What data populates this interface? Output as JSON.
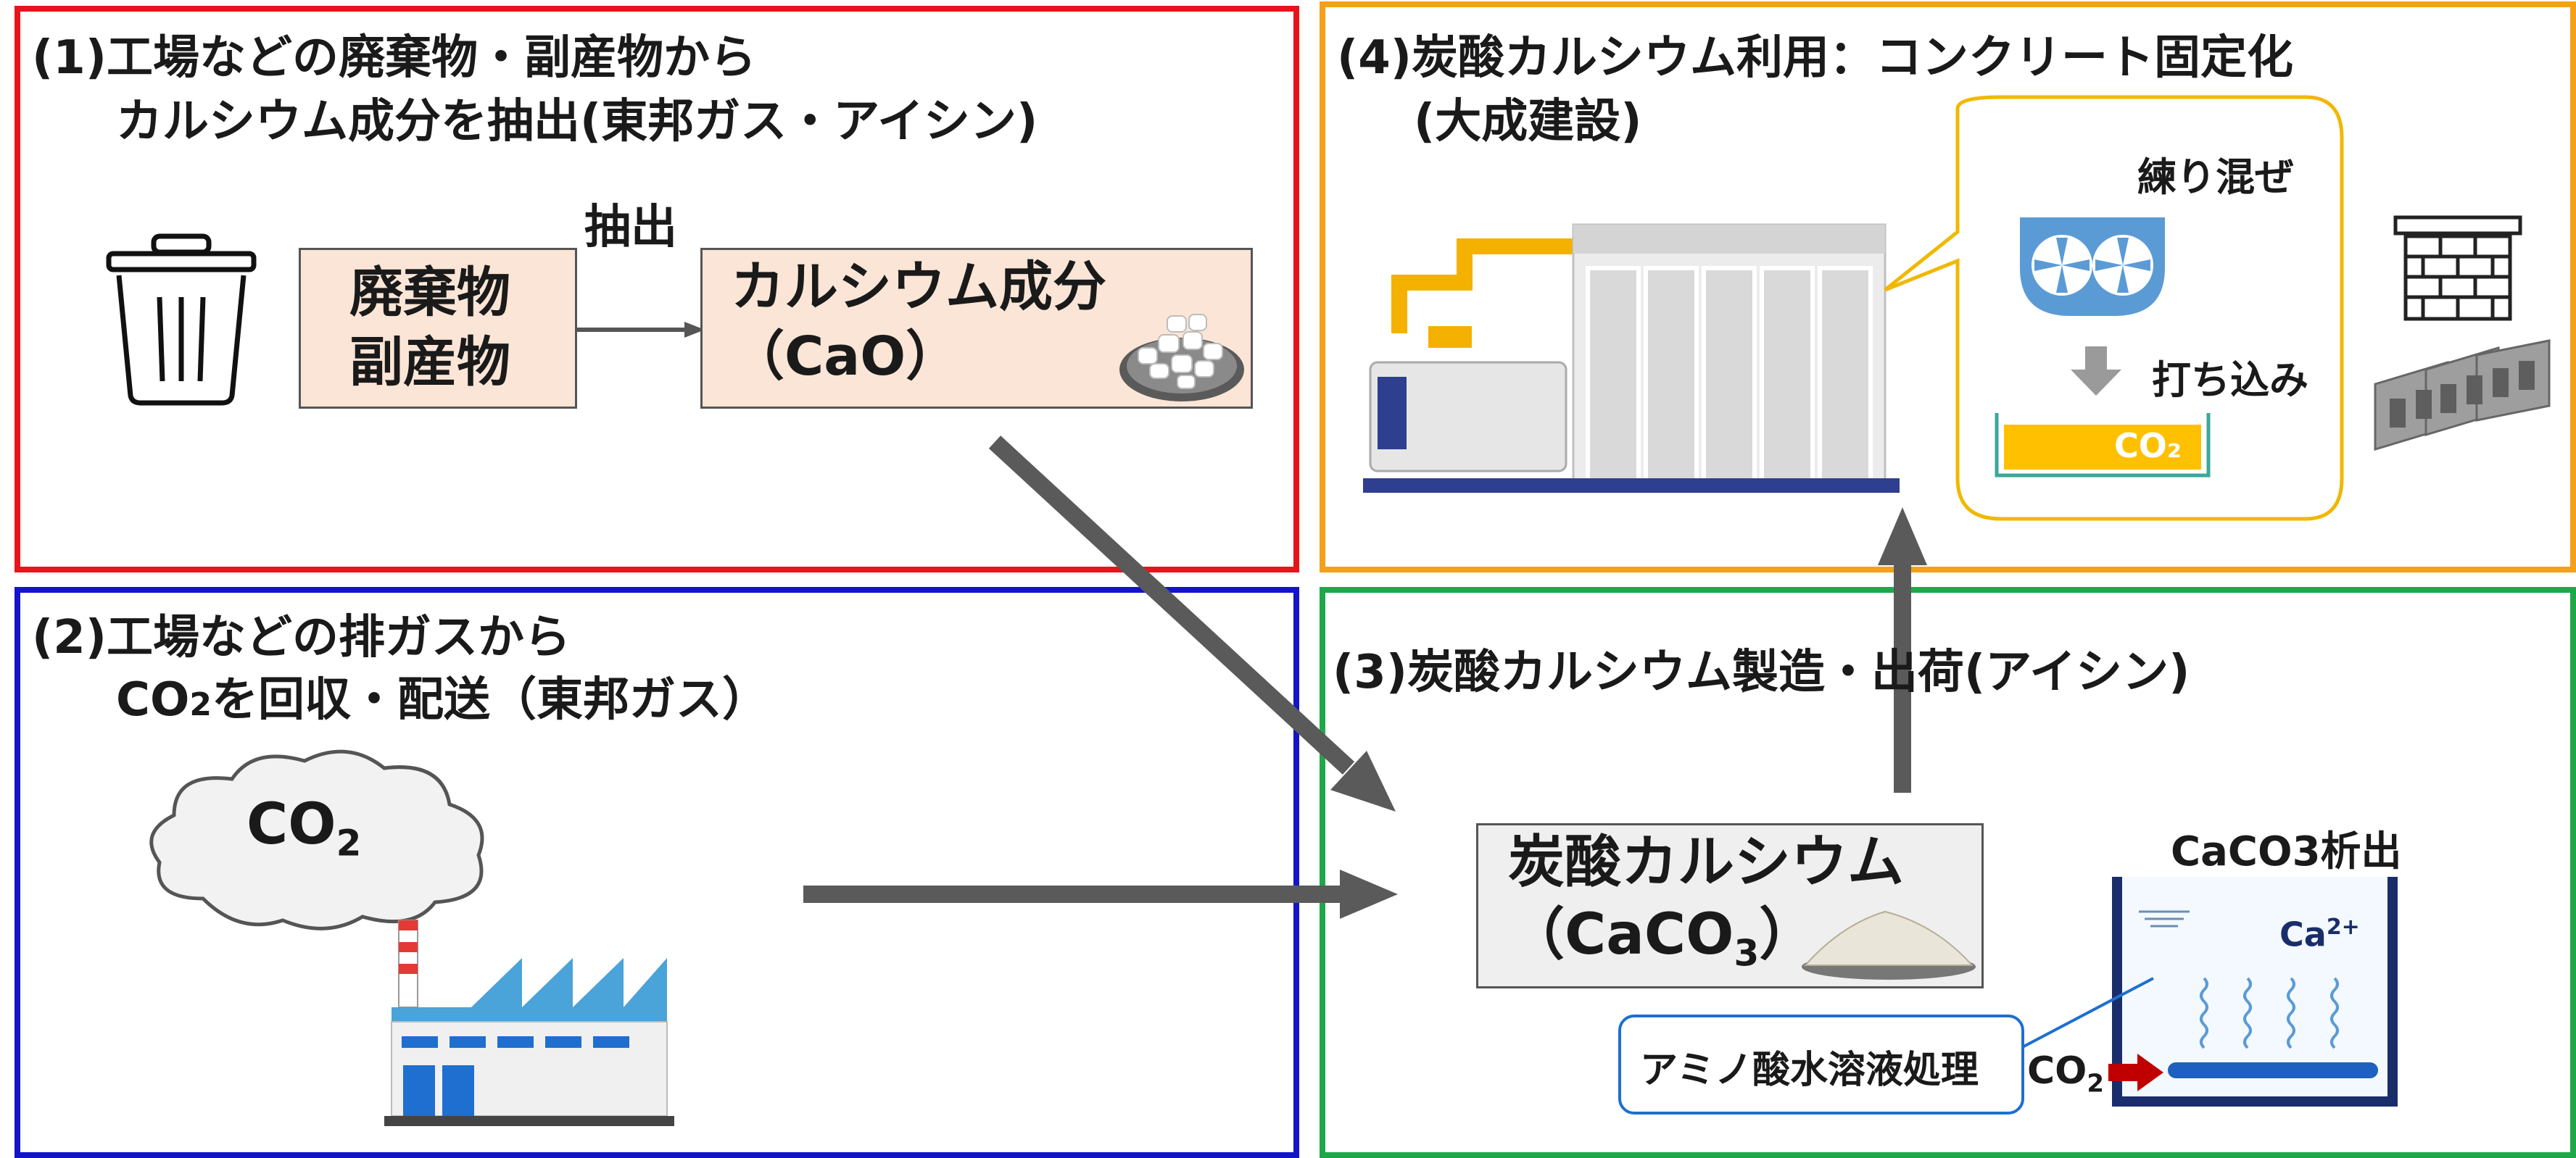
{
  "panels": {
    "p1": {
      "title_line1": "(1)工場などの廃棄物・副産物から",
      "title_line2": "カルシウム成分を抽出(東邦ガス・アイシン)",
      "border_color": "#e8141b"
    },
    "p2": {
      "title_line1": "(2)工場などの排ガスから",
      "title_line2_co": "CO",
      "title_line2_sub": "2",
      "title_line2_rest": "を回収・配送（東邦ガス）",
      "border_color": "#1414c8"
    },
    "p3": {
      "title": "(3)炭酸カルシウム製造・出荷(アイシン)",
      "border_color": "#1fa84a"
    },
    "p4": {
      "title_line1": "(4)炭酸カルシウム利用：コンクリート固定化",
      "title_line2": "(大成建設)",
      "border_color": "#f5a01a"
    }
  },
  "waste_box": {
    "line1": "廃棄物",
    "line2": "副産物"
  },
  "extract_label": "抽出",
  "cao_box": {
    "line1": "カルシウム成分",
    "line2": "（CaO）"
  },
  "cloud": {
    "co": "CO",
    "sub": "2"
  },
  "caco3_box": {
    "line1": "炭酸カルシウム",
    "line2_a": "（CaCO",
    "line2_sub": "3",
    "line2_b": "）"
  },
  "precip_label": "CaCO3析出",
  "ca_label": "Ca",
  "ca_sup": "2+",
  "amino_label": "アミノ酸水溶液処理",
  "co2_inlet": {
    "co": "CO",
    "sub": "2"
  },
  "mix_label": "練り混ぜ",
  "pour_label": "打ち込み",
  "tray_label": "CO₂",
  "colors": {
    "box_fill": "#fbe5d6",
    "accent_orange": "#f5a01a",
    "arrow_gray": "#5a5a5a",
    "tray_fill": "#ffc000",
    "mixer_blue": "#5b9bd5"
  }
}
